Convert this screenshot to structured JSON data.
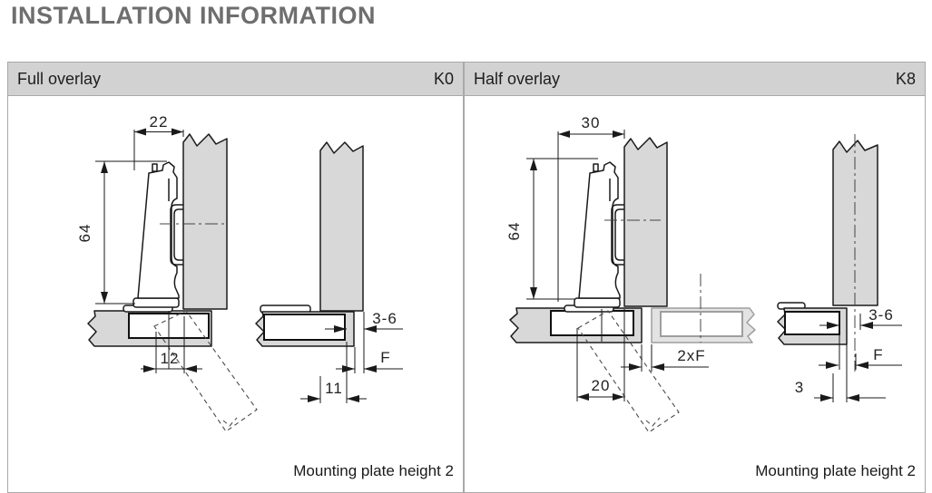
{
  "title": "INSTALLATION INFORMATION",
  "panels": [
    {
      "header": "Full overlay",
      "code": "K0",
      "footer": "Mounting plate height 2",
      "dims": {
        "overlay": "22",
        "height": "64",
        "cup_distance": "12",
        "gap": "3-6",
        "f": "F",
        "plate": "11"
      }
    },
    {
      "header": "Half overlay",
      "code": "K8",
      "footer": "Mounting plate height 2",
      "dims": {
        "overlay": "30",
        "height": "64",
        "cup_distance": "20",
        "double_gap": "2xF",
        "gap": "3-6",
        "f": "F",
        "plate": "3"
      }
    }
  ],
  "colors": {
    "panel_fill": "#d8d8d8",
    "header_bg": "#d2d2d2",
    "line": "#1a1a1a",
    "light_line": "#9e9e9e",
    "title_color": "#6e6e6e"
  }
}
